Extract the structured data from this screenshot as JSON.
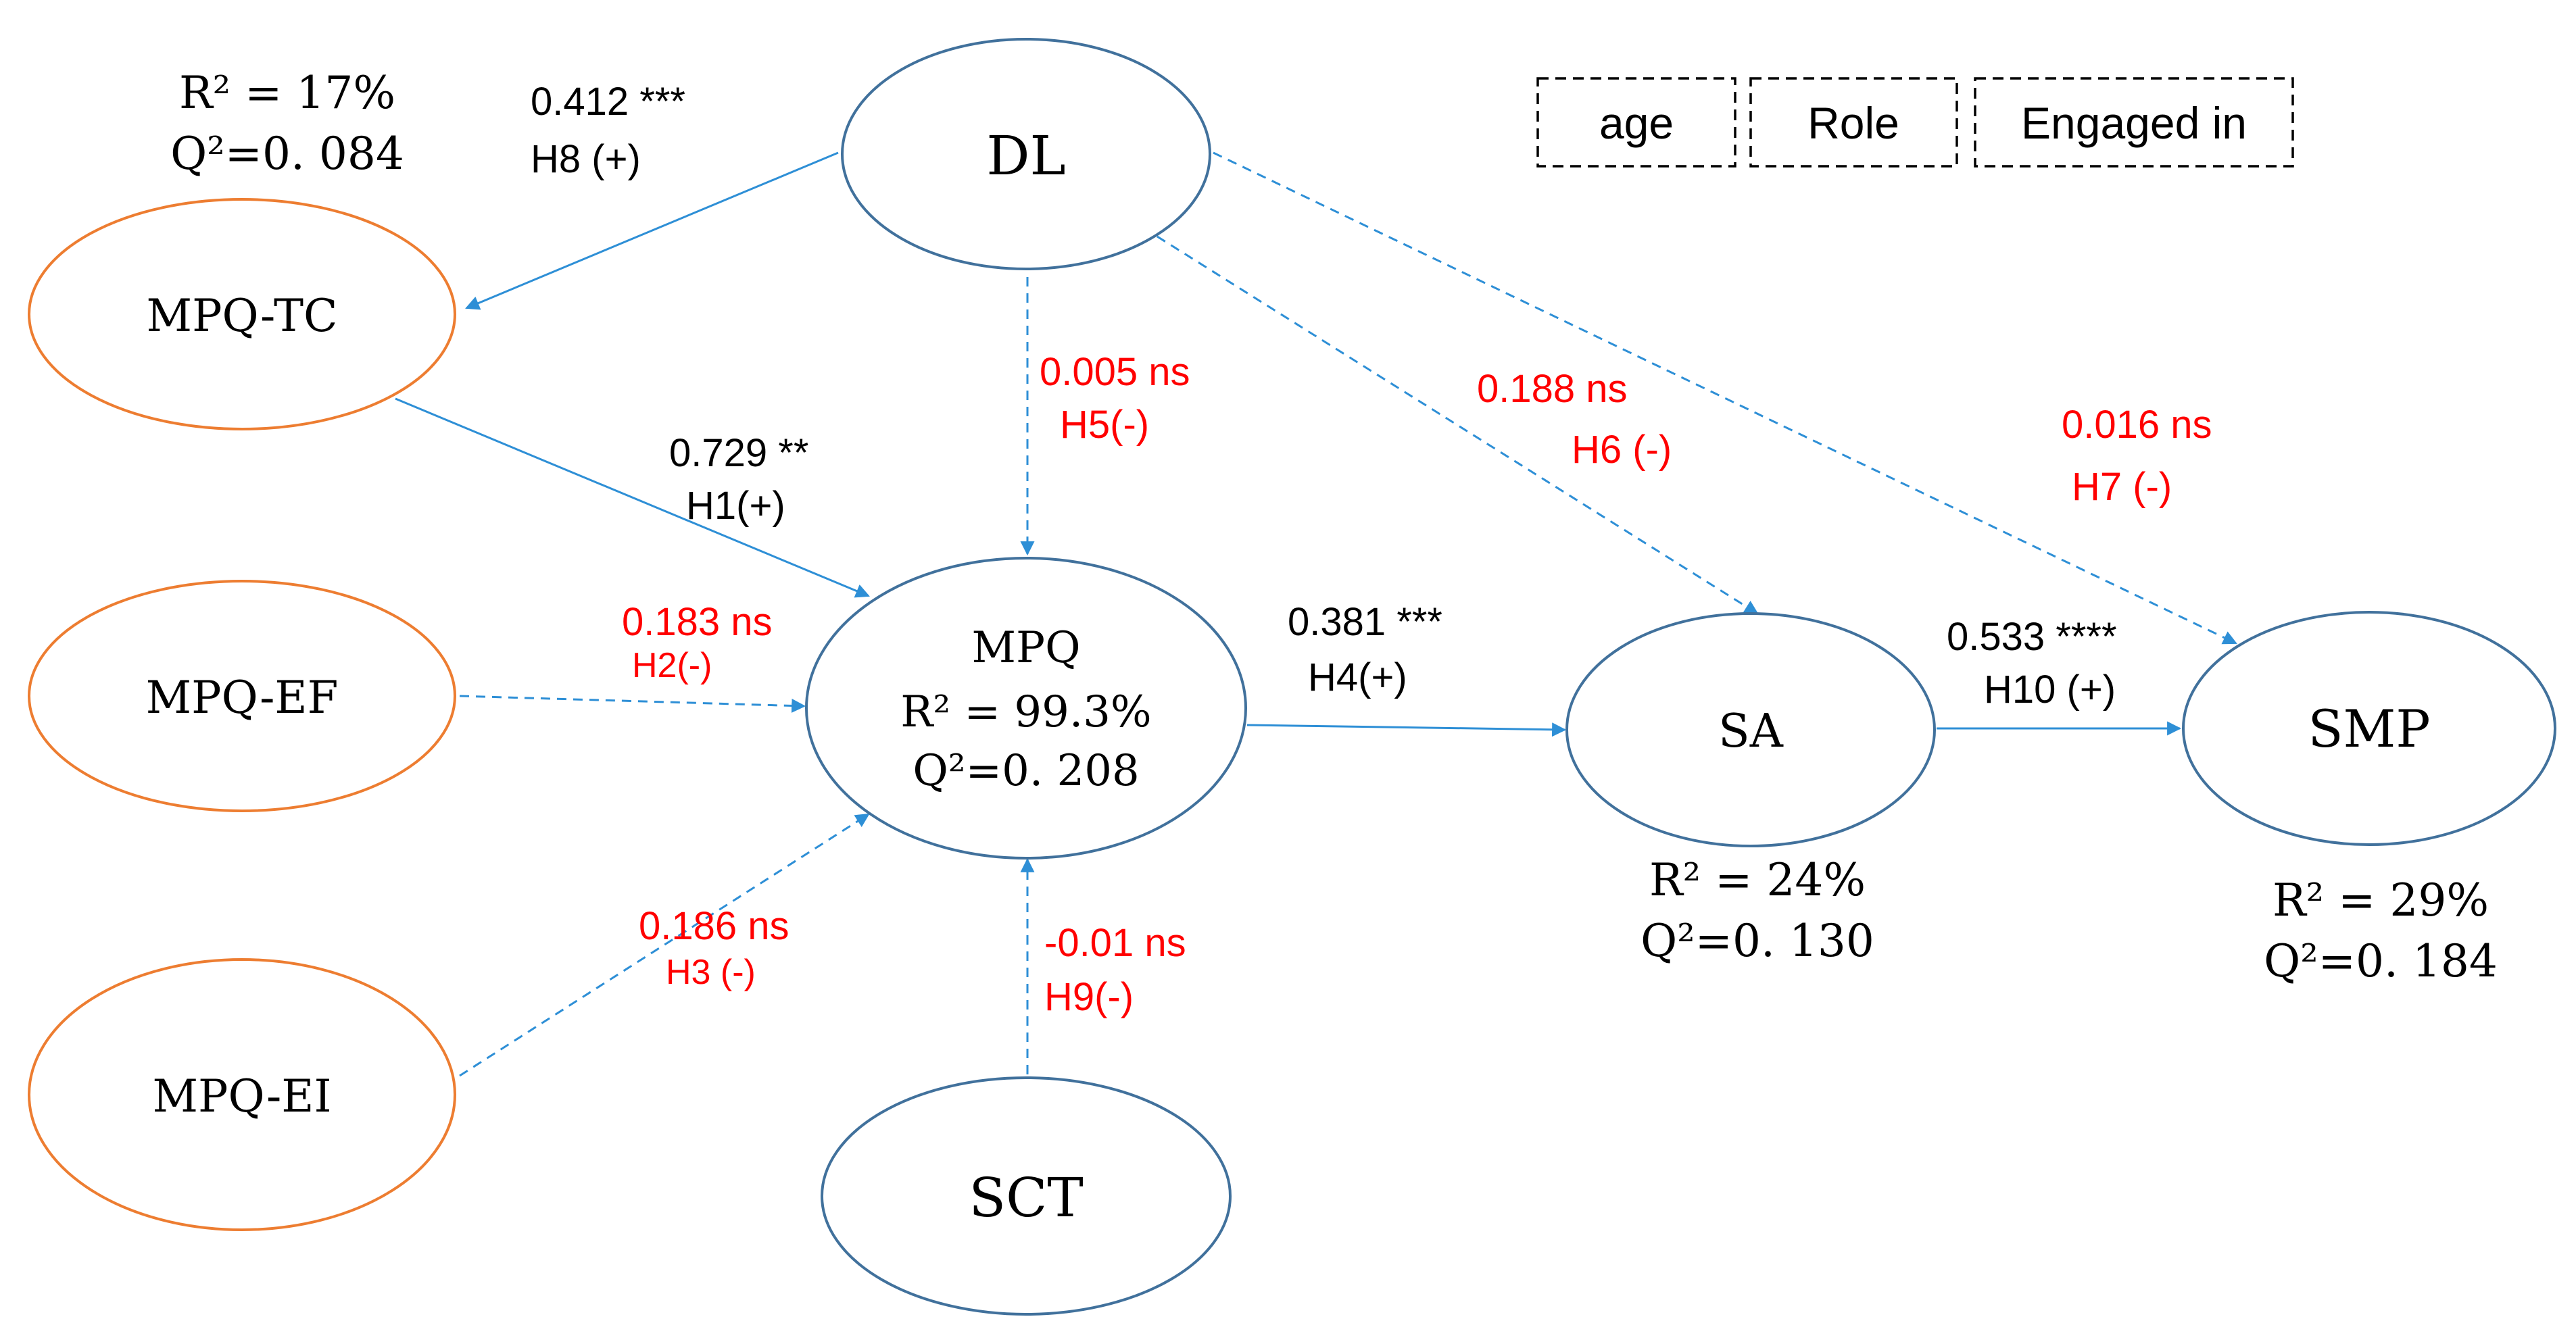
{
  "nodes": {
    "dl": {
      "label": "DL"
    },
    "mpq_tc": {
      "label": "MPQ-TC"
    },
    "mpq_ef": {
      "label": "MPQ-EF"
    },
    "mpq_ei": {
      "label": "MPQ-EI"
    },
    "mpq": {
      "label": "MPQ",
      "r2": "R² = 99.3%",
      "q2": "Q²=0. 208"
    },
    "sct": {
      "label": "SCT"
    },
    "sa": {
      "label": "SA"
    },
    "smp": {
      "label": "SMP"
    }
  },
  "stats": {
    "mpq_tc_r2": "R² = 17%",
    "mpq_tc_q2": "Q²=0. 084",
    "sa_r2": "R² = 24%",
    "sa_q2": "Q²=0. 130",
    "smp_r2": "R² = 29%",
    "smp_q2": "Q²=0. 184"
  },
  "paths": {
    "h8": {
      "coef": "0.412 ***",
      "hyp": "H8 (+)"
    },
    "h1": {
      "coef": "0.729 **",
      "hyp": "H1(+)"
    },
    "h2": {
      "coef": "0.183 ns",
      "hyp": "H2(-)"
    },
    "h3": {
      "coef": "0.186 ns",
      "hyp": "H3 (-)"
    },
    "h5": {
      "coef": "0.005 ns",
      "hyp": "H5(-)"
    },
    "h9": {
      "coef": "-0.01 ns",
      "hyp": "H9(-)"
    },
    "h6": {
      "coef": "0.188 ns",
      "hyp": "H6 (-)"
    },
    "h7": {
      "coef": "0.016 ns",
      "hyp": "H7 (-)"
    },
    "h4": {
      "coef": "0.381 ***",
      "hyp": "H4(+)"
    },
    "h10": {
      "coef": "0.533 ****",
      "hyp": "H10 (+)"
    }
  },
  "controls": [
    "age",
    "Role",
    "Engaged in"
  ],
  "colors": {
    "blue_ellipse": "#41719c",
    "orange_ellipse": "#ed7d31",
    "arrow": "#2e8fd6",
    "significant": "#000000",
    "non_significant": "#ff0000"
  }
}
